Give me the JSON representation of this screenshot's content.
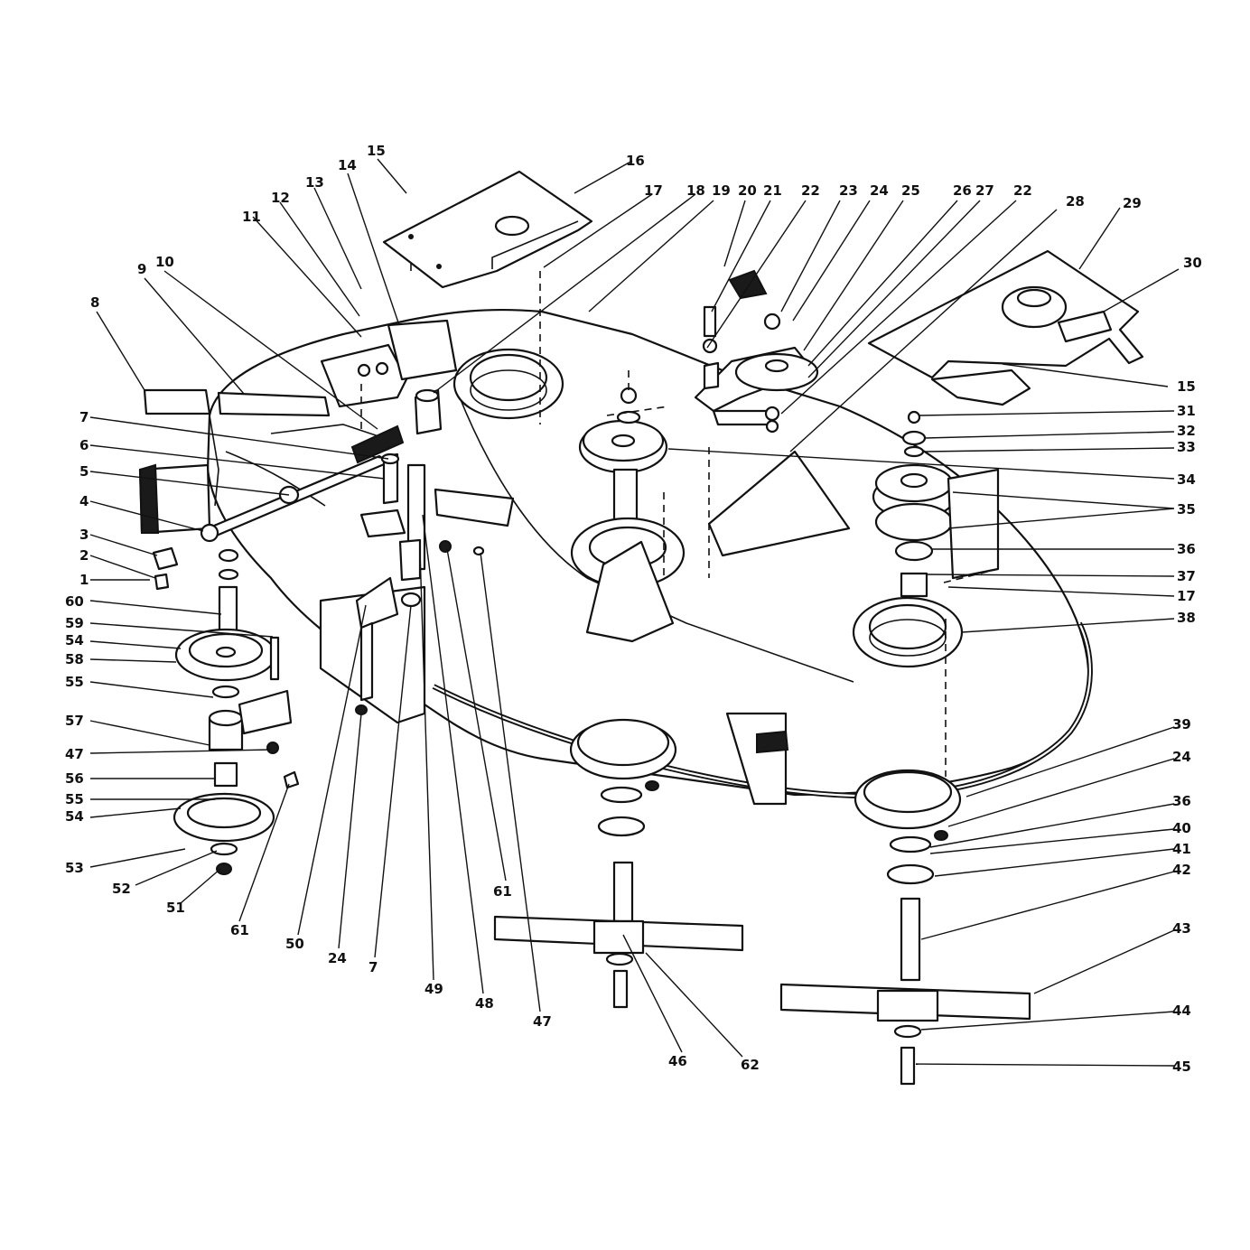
{
  "diagram": {
    "type": "exploded-parts-view",
    "callouts": [
      "1",
      "2",
      "3",
      "4",
      "5",
      "6",
      "7",
      "8",
      "9",
      "10",
      "11",
      "12",
      "13",
      "14",
      "15",
      "16",
      "17",
      "18",
      "19",
      "20",
      "21",
      "22",
      "23",
      "24",
      "25",
      "26",
      "27",
      "22",
      "28",
      "29",
      "30",
      "15",
      "31",
      "32",
      "33",
      "34",
      "35",
      "36",
      "37",
      "17",
      "38",
      "39",
      "24",
      "36",
      "40",
      "41",
      "42",
      "43",
      "44",
      "45",
      "60",
      "59",
      "54",
      "58",
      "55",
      "57",
      "47",
      "56",
      "55",
      "54",
      "53",
      "52",
      "51",
      "61",
      "50",
      "24",
      "7",
      "49",
      "48",
      "61",
      "47",
      "46",
      "62"
    ]
  }
}
